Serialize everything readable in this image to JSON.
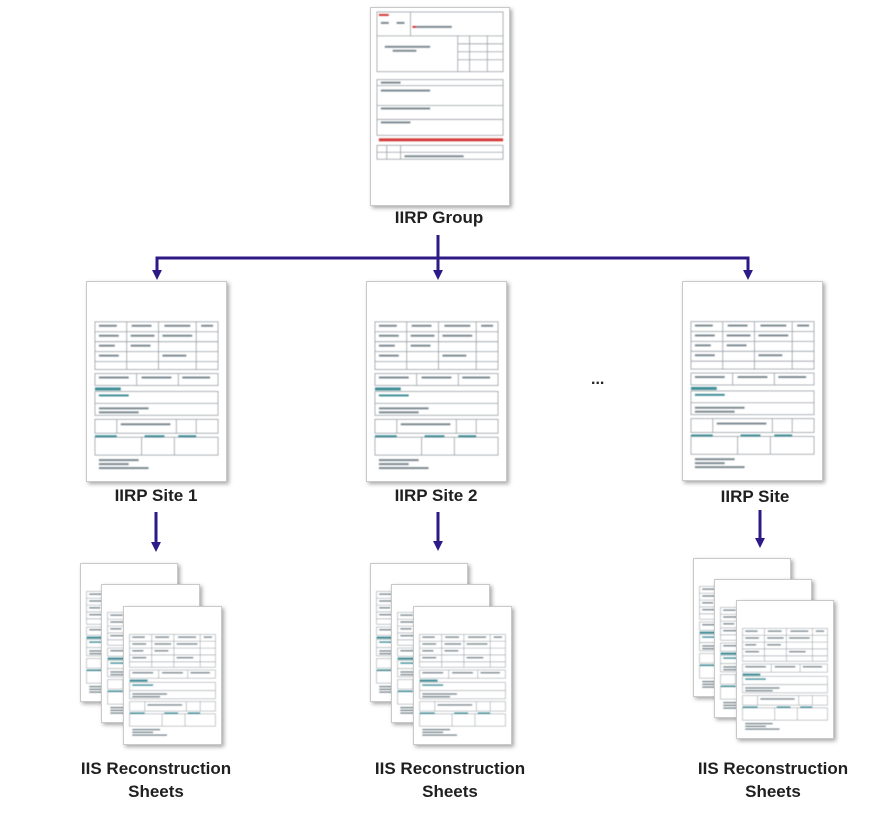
{
  "colors": {
    "arrow": "#2e1a86",
    "accent_red": "#d43b3b",
    "accent_teal": "#3f8d96"
  },
  "group": {
    "label": "IIRP Group"
  },
  "sites": [
    {
      "label": "IIRP Site 1"
    },
    {
      "label": "IIRP Site 2"
    },
    {
      "label": "IIRP Site"
    }
  ],
  "ellipsis": "...",
  "sheets": [
    {
      "label_line1": "IIS Reconstruction",
      "label_line2": "Sheets"
    },
    {
      "label_line1": "IIS Reconstruction",
      "label_line2": "Sheets"
    },
    {
      "label_line1": "IIS Reconstruction",
      "label_line2": "Sheets"
    }
  ]
}
